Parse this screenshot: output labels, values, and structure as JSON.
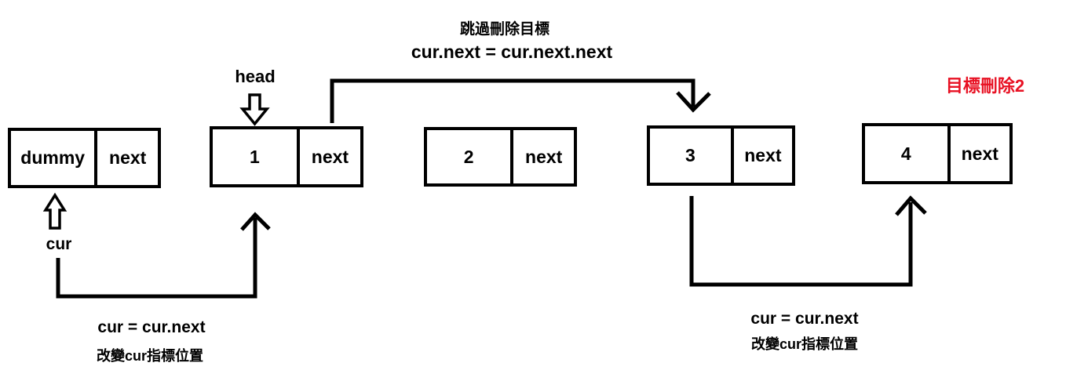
{
  "diagram": {
    "title_caption": "跳過刪除目標",
    "title_code": "cur.next = cur.next.next",
    "target_note": "目標刪除2",
    "head_label": "head",
    "cur_label": "cur",
    "nodes": [
      {
        "value": "dummy",
        "pointer": "next"
      },
      {
        "value": "1",
        "pointer": "next"
      },
      {
        "value": "2",
        "pointer": "next"
      },
      {
        "value": "3",
        "pointer": "next"
      },
      {
        "value": "4",
        "pointer": "next"
      }
    ],
    "left_step": {
      "code": "cur = cur.next",
      "caption": "改變cur指標位置"
    },
    "right_step": {
      "code": "cur = cur.next",
      "caption": "改變cur指標位置"
    },
    "icons": {
      "head_pointer": "hollow-down-arrow",
      "cur_pointer": "hollow-up-arrow",
      "skip_pointer": "elbow-arrow-down",
      "cur_move_left": "u-shape-arrow-up",
      "cur_move_right": "u-shape-arrow-up"
    },
    "colors": {
      "line": "#000000",
      "highlight": "#e81123",
      "background": "#ffffff"
    }
  }
}
